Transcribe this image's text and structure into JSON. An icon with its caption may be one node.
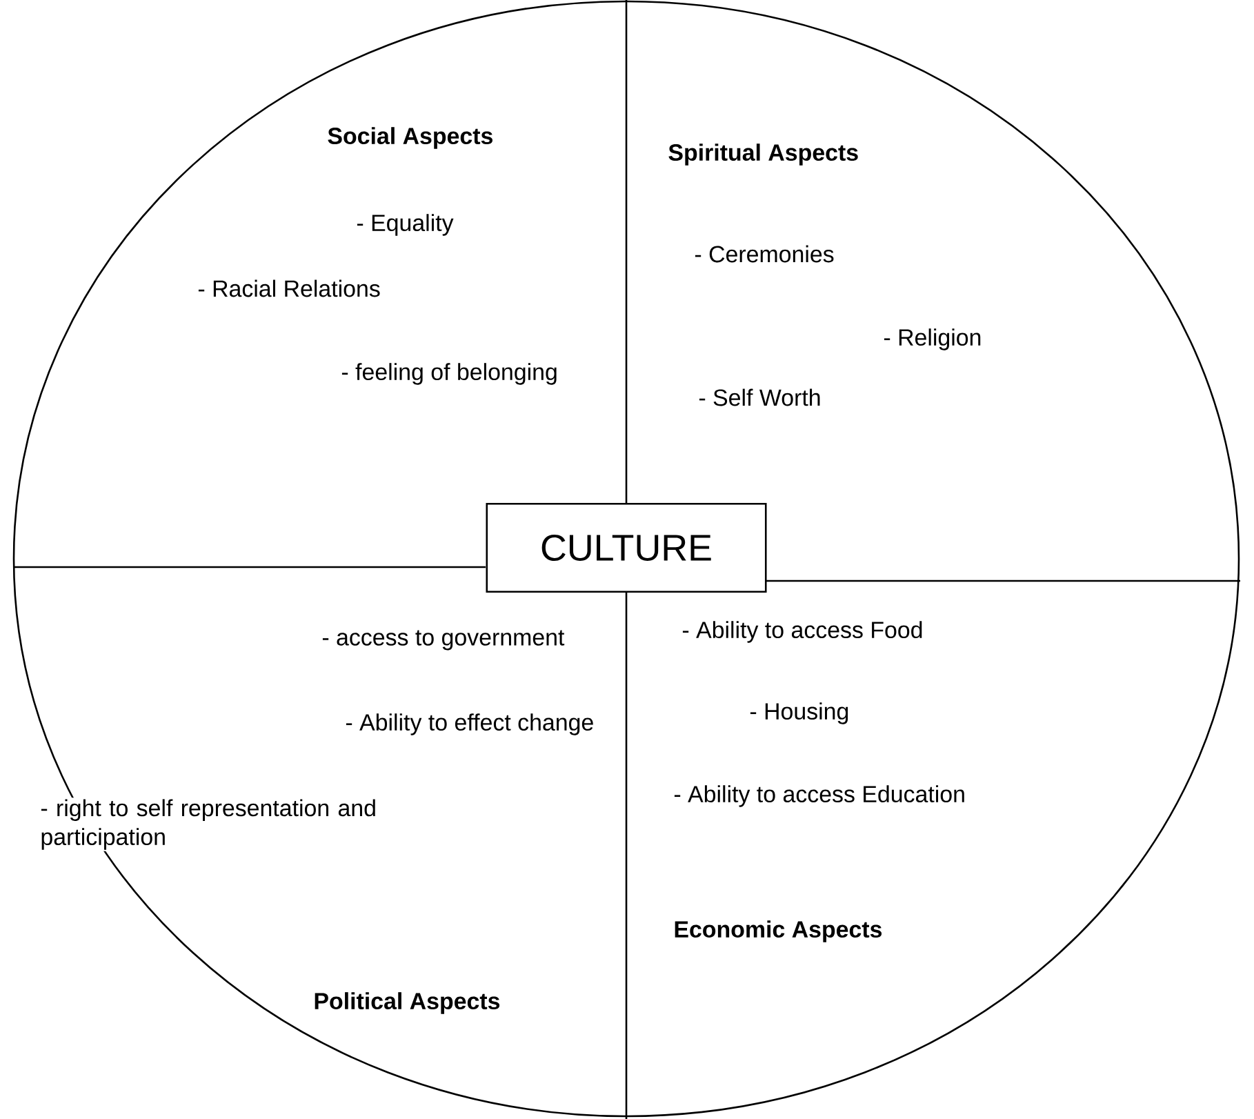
{
  "diagram": {
    "nodes": [
      {
        "text": [
          "Social Aspects",
          "- Equality",
          "- Racial Relations",
          "- feeling of belonging"
        ]
      },
      {
        "text": [
          "Spiritual Aspects",
          "- Ceremonies",
          "- Religion",
          "- Self Worth"
        ]
      },
      {
        "text": [
          "- access to government",
          "- Ability to effect change",
          "- right to self representation and participation",
          "Political Aspects"
        ]
      },
      {
        "text": [
          "- Ability to access Food",
          "- Housing",
          "- Ability to access Education",
          "Economic Aspects"
        ]
      },
      {
        "text": [
          "CULTURE"
        ]
      }
    ],
    "edges": []
  }
}
